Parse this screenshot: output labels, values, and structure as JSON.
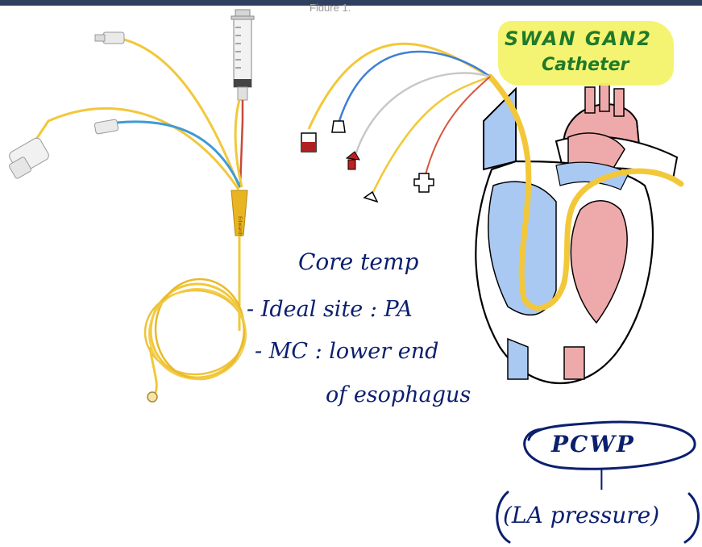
{
  "figure_caption": "Figure 1.",
  "highlight_note": {
    "line1": "SWAN GAN2",
    "line2": "Catheter",
    "highlight_color": "#f4f36a",
    "text_color": "#1f7a2a"
  },
  "notes": {
    "core_temp": "Core temp",
    "ideal_site": "- Ideal site : PA",
    "mc": "- MC : lower end",
    "esophagus": "of esophagus",
    "pcwp": "PCWP",
    "pcwp_connector": "|",
    "la_pressure": "(LA pressure)",
    "ink_color": "#0b1f6e"
  },
  "colors": {
    "catheter_yellow": "#f2c83a",
    "line_blue": "#3f7fd6",
    "line_red": "#d9553a",
    "line_gray": "#c8c8c8",
    "heart_pink": "#eeaaaa",
    "heart_blue": "#a9c8f2",
    "top_bar": "#2f3f5e"
  }
}
